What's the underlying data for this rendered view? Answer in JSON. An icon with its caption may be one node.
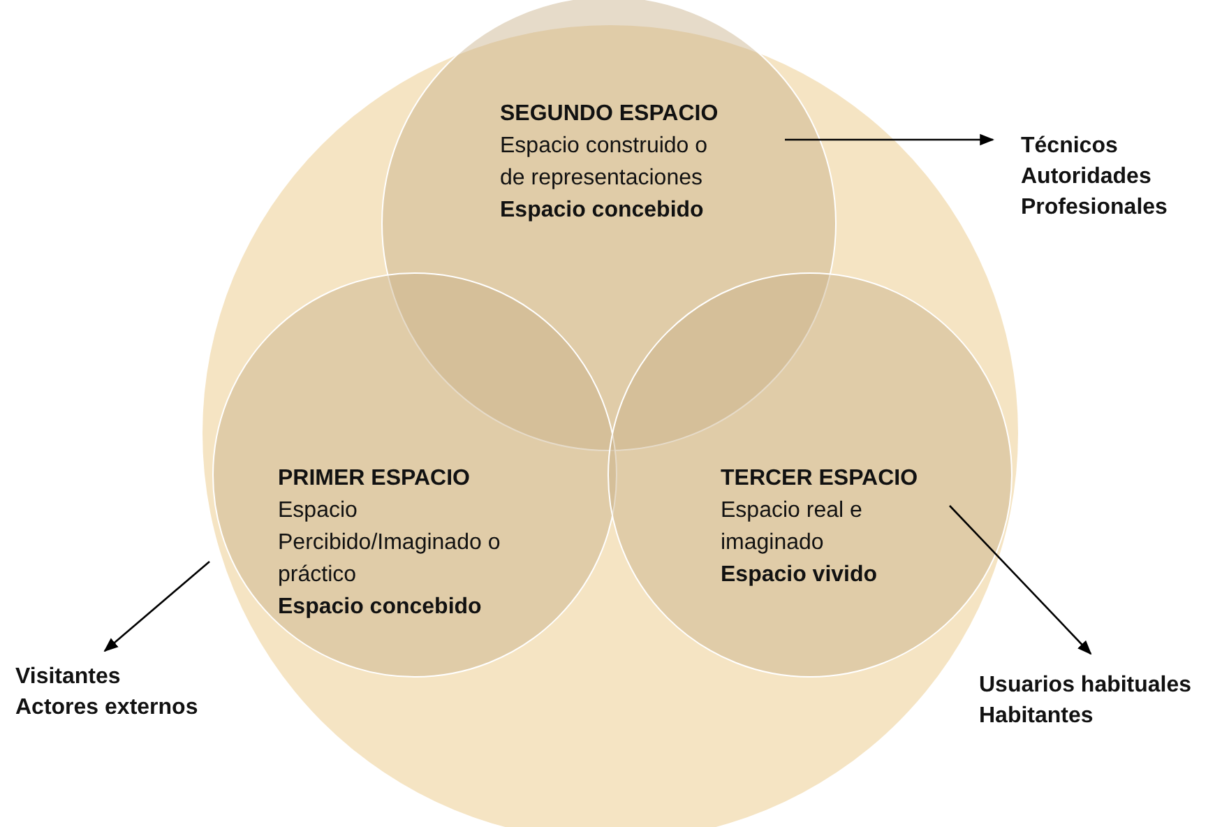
{
  "diagram": {
    "nodes": [
      {
        "text": [],
        "shape": "circle"
      },
      {
        "text": [
          "SEGUNDO ESPACIO",
          "Espacio construido o de representaciones",
          "Espacio concebido"
        ],
        "in": 0
      },
      {
        "text": [
          "PRIMER ESPACIO",
          "Espacio Percibido/Imaginado o práctico",
          "Espacio concebido"
        ],
        "in": 0
      },
      {
        "text": [
          "TERCER ESPACIO",
          "Espacio real e imaginado",
          "Espacio vivido"
        ],
        "in": 0
      },
      {
        "text": [
          "Técnicos",
          "Autoridades",
          "Profesionales"
        ]
      },
      {
        "text": [
          "Visitantes",
          "Actores externos"
        ]
      },
      {
        "text": [
          "Usuarios habituales",
          "Habitantes"
        ]
      }
    ],
    "edges": [
      {
        "from": 1,
        "to": 4,
        "arrow": "to"
      },
      {
        "from": 2,
        "to": 5,
        "arrow": "to"
      },
      {
        "from": 3,
        "to": 6,
        "arrow": "to"
      }
    ]
  }
}
